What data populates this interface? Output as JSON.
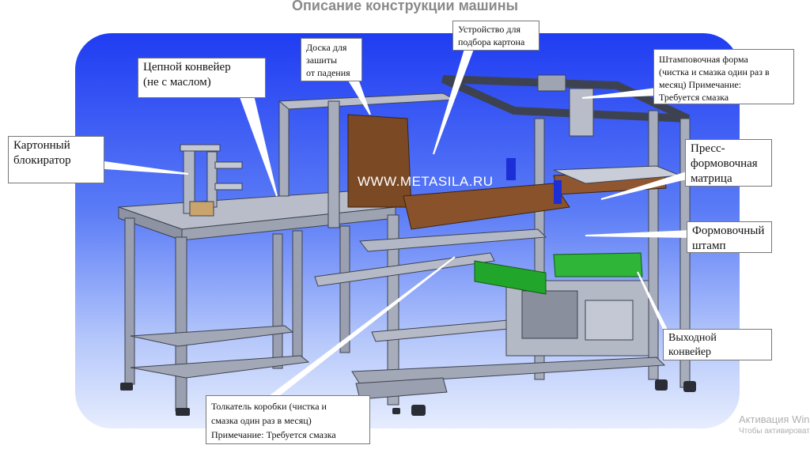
{
  "title": "Описание конструкции машины",
  "watermark": "WWW.METASILA.RU",
  "callouts": {
    "chain_conveyor": "Цепной конвейер\n(не с маслом)",
    "carton_blocker": "Картонный\nблокиратор",
    "fall_protection": "Доска для\nзашиты\nот падения",
    "carton_picker": "Устройство для\nподбора картона",
    "stamping_form": "Штамповочная форма\n(чистка и смазка один раз в\nмесяц) Примечание:\nТребуется смазка",
    "press_matrix": "Пресс-\nформовочная\nматрица",
    "forming_die": "Формовочный\nштамп",
    "output_conveyor": "Выходной\nконвейер",
    "box_pusher": "Толкатель коробки (чистка и\nсмазка один раз в месяц)\nПримечание: Требуется смазка"
  },
  "system_notice": {
    "line1": "Активация Windows",
    "line2": "Чтобы активировать Windows"
  },
  "colors": {
    "panel_top": "#1f3cf2",
    "panel_bottom": "#e6edfd",
    "frame": "#a9aebd",
    "cardboard": "#7b4a25",
    "roller": "#21a52a",
    "blue_parts": "#1c2fd6"
  }
}
